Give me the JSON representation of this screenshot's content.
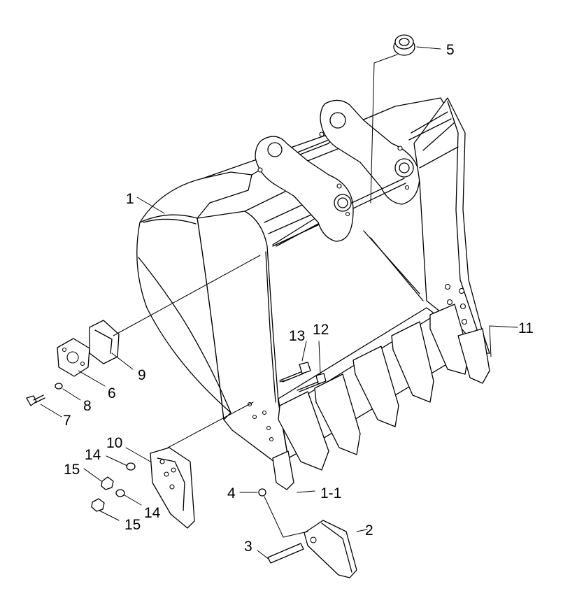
{
  "diagram": {
    "callouts": {
      "c1": "1",
      "c1_1": "1-1",
      "c2": "2",
      "c3": "3",
      "c4": "4",
      "c5": "5",
      "c6": "6",
      "c7": "7",
      "c8": "8",
      "c9": "9",
      "c10": "10",
      "c11": "11",
      "c12": "12",
      "c13": "13",
      "c14a": "14",
      "c14b": "14",
      "c15a": "15",
      "c15b": "15"
    }
  }
}
